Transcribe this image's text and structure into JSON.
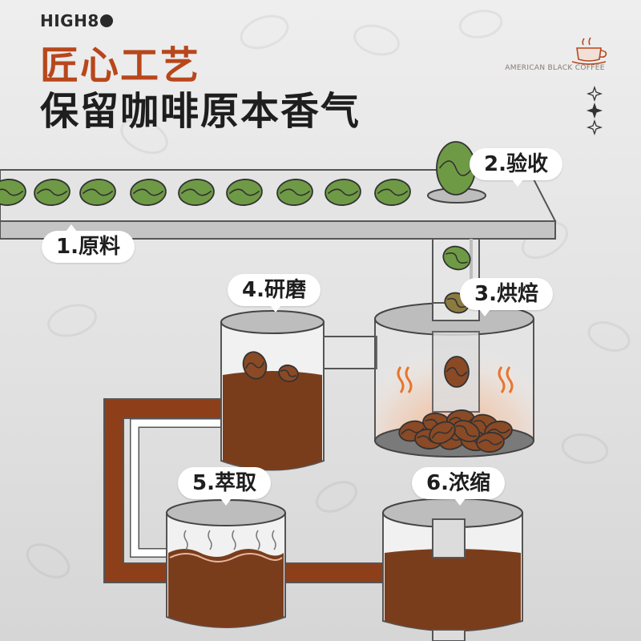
{
  "brand": "HIGH8",
  "title_line1": "匠心工艺",
  "title_line2": "保留咖啡原本香气",
  "cup_caption": "AMERICAN BLACK COFFEE",
  "stages": [
    {
      "label": "1.原料"
    },
    {
      "label": "2.验收"
    },
    {
      "label": "3.烘焙"
    },
    {
      "label": "4.研磨"
    },
    {
      "label": "5.萃取"
    },
    {
      "label": "6.浓缩"
    }
  ],
  "colors": {
    "accent": "#b8471c",
    "belt": "#cfcfcf",
    "outline": "#555555",
    "bean_green": "#6f9a45",
    "bean_brown": "#8a4a25",
    "coffee": "#7a3d1c",
    "pipe": "#8d3f1a"
  }
}
